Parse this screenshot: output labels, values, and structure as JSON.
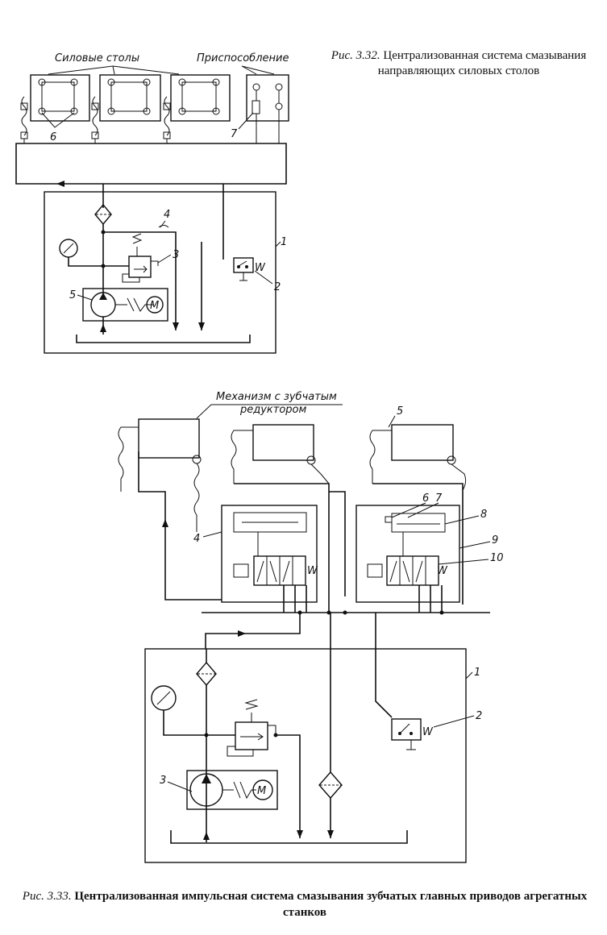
{
  "figure1": {
    "caption_number": "Рис. 3.32.",
    "caption_text": "Централизованная система смазывания направляющих силовых столов",
    "label_tables": "Силовые столы",
    "label_fixture": "Приспособление",
    "numbers": [
      "1",
      "2",
      "3",
      "4",
      "5",
      "6",
      "7"
    ],
    "motor": "M",
    "spring": "W"
  },
  "figure2": {
    "caption_number": "Рис. 3.33.",
    "caption_text": "Централизованная импульсная система смазывания зубчатых главных приводов агрегатных станков",
    "label_mechanism": "Механизм с зубчатым редуктором",
    "numbers": [
      "1",
      "2",
      "3",
      "4",
      "5",
      "6",
      "7",
      "8",
      "9",
      "10"
    ],
    "motor": "M",
    "spring": "W"
  }
}
